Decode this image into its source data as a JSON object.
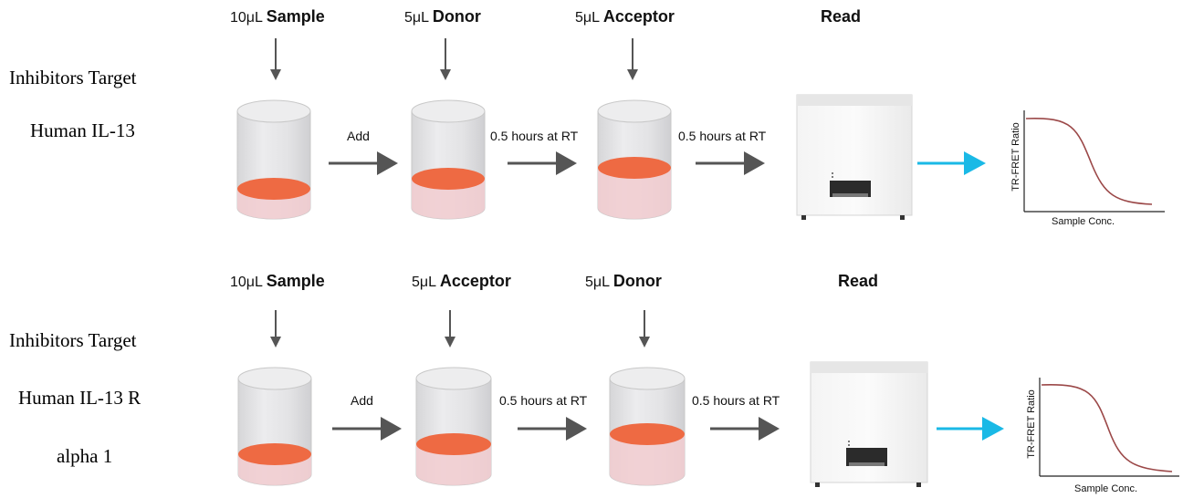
{
  "rows": [
    {
      "side_lines": [
        "Inhibitors Target",
        "Human IL-13"
      ],
      "steps": [
        {
          "vol": "10μL",
          "reagent": "Sample"
        },
        {
          "vol": "5μL",
          "reagent": "Donor"
        },
        {
          "vol": "5μL",
          "reagent": "Acceptor"
        }
      ],
      "read": "Read",
      "arrow_labels": [
        "Add",
        "0.5 hours at RT",
        "0.5 hours at RT"
      ]
    },
    {
      "side_lines": [
        "Inhibitors Target",
        "Human IL-13 R",
        "alpha 1"
      ],
      "steps": [
        {
          "vol": "10μL",
          "reagent": "Sample"
        },
        {
          "vol": "5μL",
          "reagent": "Acceptor"
        },
        {
          "vol": "5μL",
          "reagent": "Donor"
        }
      ],
      "read": "Read",
      "arrow_labels": [
        "Add",
        "0.5 hours at RT",
        "0.5 hours at RT"
      ]
    }
  ],
  "plot": {
    "ylabel": "TR-FRET Ratio",
    "xlabel": "Sample Conc."
  },
  "colors": {
    "liquid": "#ee6a43",
    "curve": "#9b4848",
    "arrow": "#555555",
    "result_arrow": "#1ab9e6"
  }
}
